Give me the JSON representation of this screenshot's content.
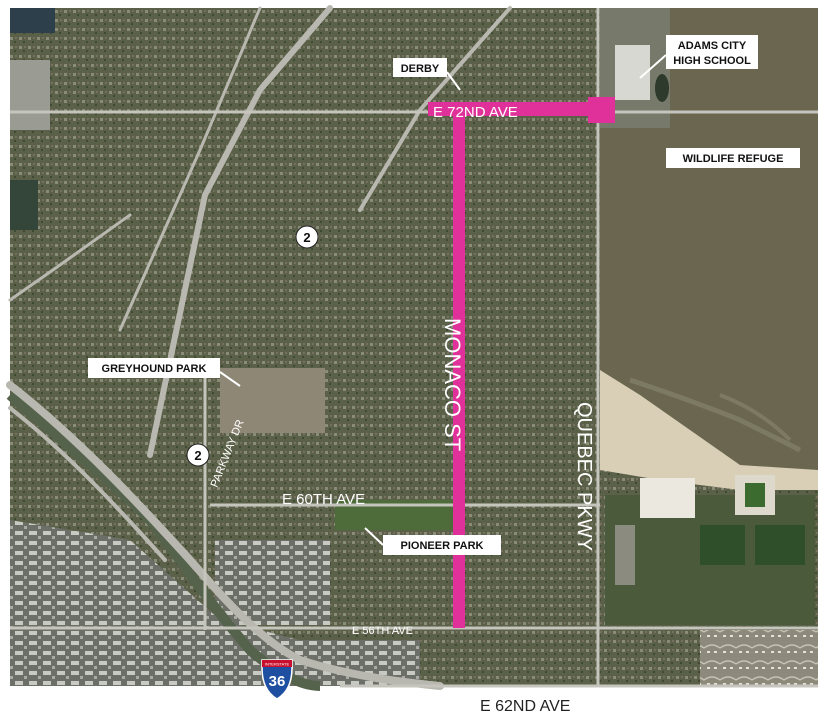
{
  "map": {
    "corridor_color": "#e0309a",
    "labels": {
      "derby": "DERBY",
      "adams_city_line1": "ADAMS CITY",
      "adams_city_line2": "HIGH SCHOOL",
      "wildlife_refuge": "WILDLIFE REFUGE",
      "greyhound_park": "GREYHOUND PARK",
      "pioneer_park": "PIONEER PARK"
    },
    "streets": {
      "e72nd": "E 72ND AVE",
      "monaco": "MONACO ST",
      "quebec": "QUEBEC PKWY",
      "e60th": "E 60TH AVE",
      "e56th": "E 56TH AVE",
      "e62nd": "E 62ND AVE",
      "parkway": "PARKWAY DR"
    },
    "route_shields": {
      "state_route": "2",
      "interstate": "36",
      "interstate_banner": "INTERSTATE"
    }
  }
}
